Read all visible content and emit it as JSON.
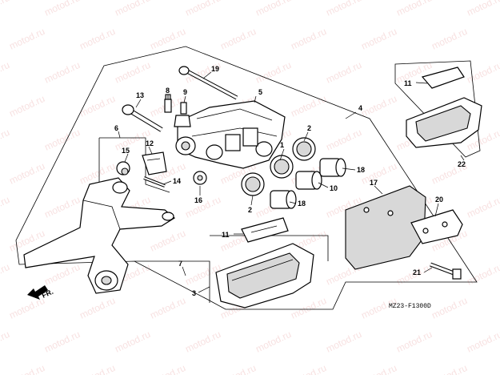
{
  "watermark": {
    "text": "motod.ru"
  },
  "callouts": {
    "c1": "1",
    "c2a": "2",
    "c2b": "2",
    "c3": "3",
    "c4": "4",
    "c5": "5",
    "c6": "6",
    "c7": "7",
    "c8": "8",
    "c9": "9",
    "c10": "10",
    "c11a": "11",
    "c11b": "11",
    "c12": "12",
    "c13": "13",
    "c14": "14",
    "c15": "15",
    "c16": "16",
    "c17": "17",
    "c18a": "18",
    "c18b": "18",
    "c19": "19",
    "c20": "20",
    "c21": "21",
    "c22": "22"
  },
  "direction_label": "FR.",
  "figure_code": "MZ23-F1300D"
}
